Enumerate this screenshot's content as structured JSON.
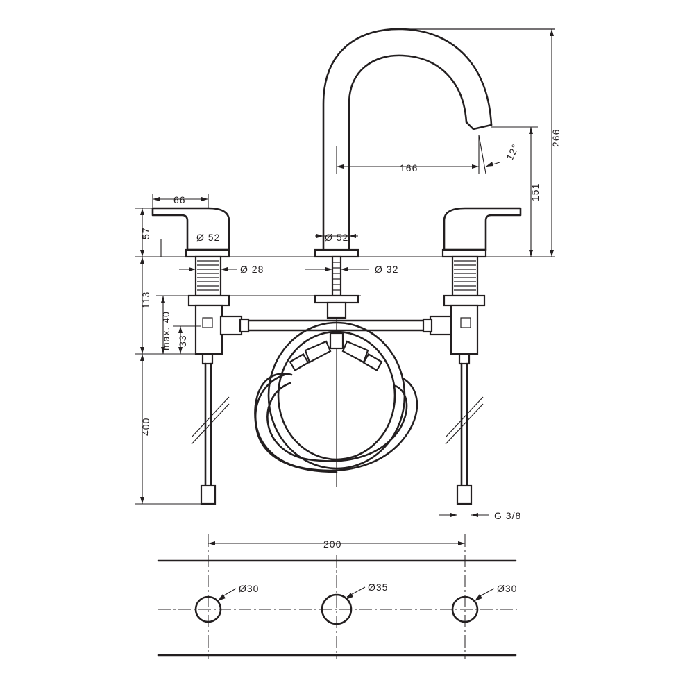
{
  "dimensions": {
    "handle_width": "66",
    "handle_height": "57",
    "base_dia_left": "Ø 52",
    "base_dia_center": "Ø 52",
    "shank_dia_left": "Ø 28",
    "shank_dia_center": "Ø 32",
    "spout_reach": "166",
    "spout_angle": "12°",
    "spout_outlet_height": "151",
    "total_height": "266",
    "max_mount_depth": "113",
    "mount_max": "max. 40",
    "mount_33": "33",
    "hose_length": "400",
    "connection_thread": "G 3/8",
    "hole_spacing": "200"
  },
  "plan_view": {
    "hole_left": "Ø30",
    "hole_center": "Ø35",
    "hole_right": "Ø30"
  }
}
